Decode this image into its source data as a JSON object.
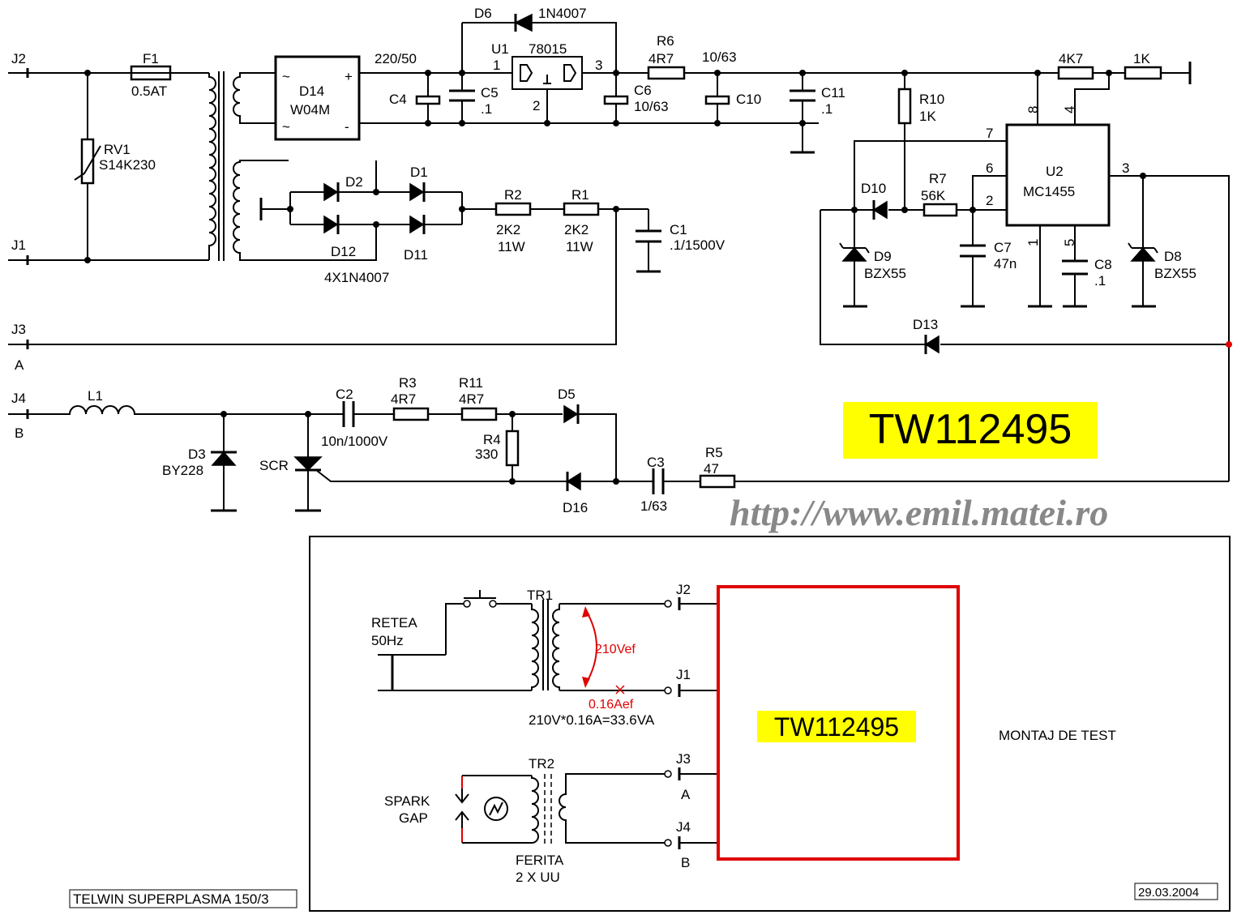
{
  "title_block": "TELWIN SUPERPLASMA 150/3",
  "date": "29.03.2004",
  "url": "http://www.emil.matei.ro",
  "module_label": "TW112495",
  "test_title": "MONTAJ DE TEST",
  "connectors": {
    "J1": "J1",
    "J2": "J2",
    "J3": "J3",
    "J4": "J4",
    "A": "A",
    "B": "B"
  },
  "parts": {
    "F1": "F1",
    "F1_val": "0.5AT",
    "RV1": "RV1",
    "RV1_val": "S14K230",
    "D14": "D14",
    "D14_val": "W04M",
    "ac_note": "220/50",
    "C4": "C4",
    "C5": "C5",
    "C5_val": ".1",
    "U1": "U1",
    "U1_val": "78015",
    "D6": "D6",
    "D6_val": "1N4007",
    "C6": "C6",
    "C6_val": "10/63",
    "R6": "R6",
    "R6_val": "4R7",
    "C10_top": "10/63",
    "C10": "C10",
    "C11": "C11",
    "C11_val": ".1",
    "R10": "R10",
    "R10_val": "1K",
    "R_4K7": "4K7",
    "R_1K": "1K",
    "U2": "U2",
    "U2_val": "MC1455",
    "D10": "D10",
    "R7": "R7",
    "R7_val": "56K",
    "D9": "D9",
    "D9_val": "BZX55",
    "C7": "C7",
    "C7_val": "47n",
    "C8": "C8",
    "C8_val": ".1",
    "D8": "D8",
    "D8_val": "BZX55",
    "D13": "D13",
    "D1": "D1",
    "D2": "D2",
    "D11": "D11",
    "D12": "D12",
    "bridge_val": "4X1N4007",
    "R2": "R2",
    "R2_val": "2K2",
    "R2_pwr": "11W",
    "R1": "R1",
    "R1_val": "2K2",
    "R1_pwr": "11W",
    "C1": "C1",
    "C1_val": ".1/1500V",
    "L1": "L1",
    "D3": "D3",
    "D3_val": "BY228",
    "SCR": "SCR",
    "C2": "C2",
    "C2_val": "10n/1000V",
    "R3": "R3",
    "R3_val": "4R7",
    "R11": "R11",
    "R11_val": "4R7",
    "R4": "R4",
    "R4_val": "330",
    "D5": "D5",
    "D16": "D16",
    "C3": "C3",
    "C3_val": "1/63",
    "R5": "R5",
    "R5_val": "47"
  },
  "pins": {
    "u1_1": "1",
    "u1_2": "2",
    "u1_3": "3",
    "u2_8": "8",
    "u2_4": "4",
    "u2_7": "7",
    "u2_6": "6",
    "u2_2": "2",
    "u2_3": "3",
    "u2_1": "1",
    "u2_5": "5"
  },
  "test": {
    "TR1": "TR1",
    "TR2": "TR2",
    "retea": "RETEA",
    "retea_hz": "50Hz",
    "voltage": "210Vef",
    "current": "0.16Aef",
    "power": "210V*0.16A=33.6VA",
    "spark1": "SPARK",
    "spark2": "GAP",
    "ferita1": "FERITA",
    "ferita2": "2 X UU"
  }
}
